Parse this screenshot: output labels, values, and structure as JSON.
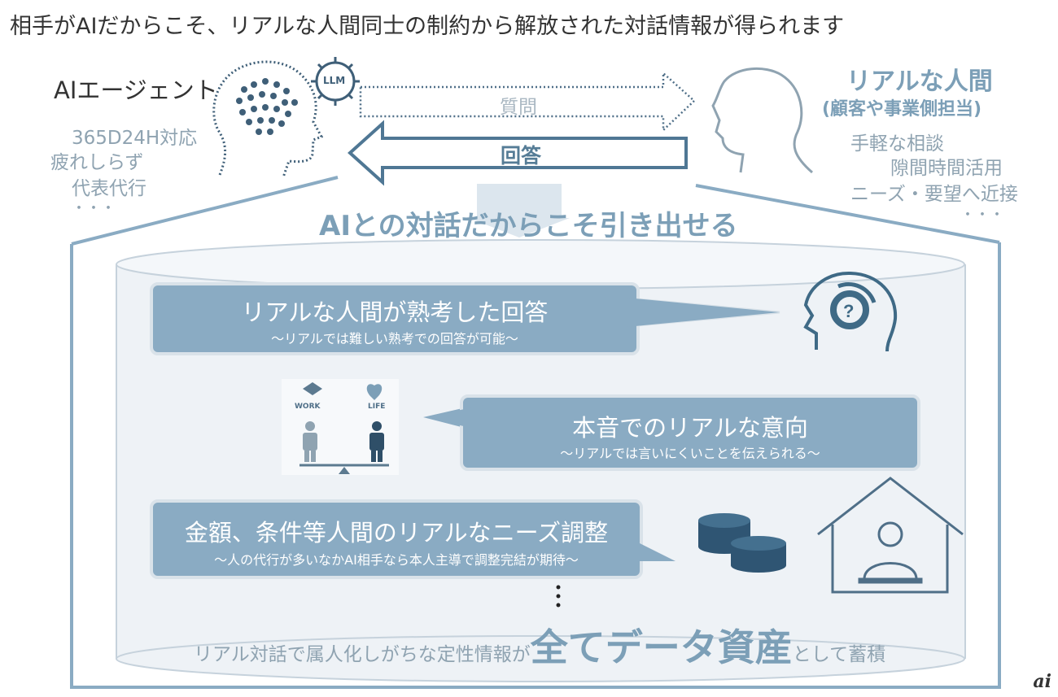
{
  "title": "相手がAIだからこそ、リアルな人間同士の制約から解放された対話情報が得られます",
  "ai_agent": {
    "label": "AIエージェント",
    "features": [
      "365D24H対応",
      "疲れしらず",
      "代表代行",
      "・・・"
    ],
    "llm_label": "LLM"
  },
  "human": {
    "label": "リアルな人間",
    "sub_label": "(顧客や事業側担当)",
    "features": [
      "手軽な相談",
      "隙間時間活用",
      "ニーズ・要望へ近接",
      "・・・"
    ]
  },
  "arrows": {
    "question": "質問",
    "answer": "回答"
  },
  "headline": "AIとの対話だからこそ引き出せる",
  "bubbles": [
    {
      "title": "リアルな人間が熟考した回答",
      "subtitle": "～リアルでは難しい熟考での回答が可能～"
    },
    {
      "title": "本音でのリアルな意向",
      "subtitle": "～リアルでは言いにくいことを伝えられる～"
    },
    {
      "title": "金額、条件等人間のリアルなニーズ調整",
      "subtitle": "～人の代行が多いなかAI相手なら本人主導で調整完結が期待～"
    }
  ],
  "work_life": {
    "work": "WORK",
    "life": "LIFE"
  },
  "bottom": {
    "prefix": "リアル対話で属人化しがちな定性情報が",
    "emphasis": "全てデータ資産",
    "suffix": "として蓄積"
  },
  "watermark": "ai",
  "colors": {
    "accent": "#8aabc3",
    "dark": "#3f6a86",
    "bubble": "#8aabc3",
    "outline": "#7c9fb7"
  }
}
